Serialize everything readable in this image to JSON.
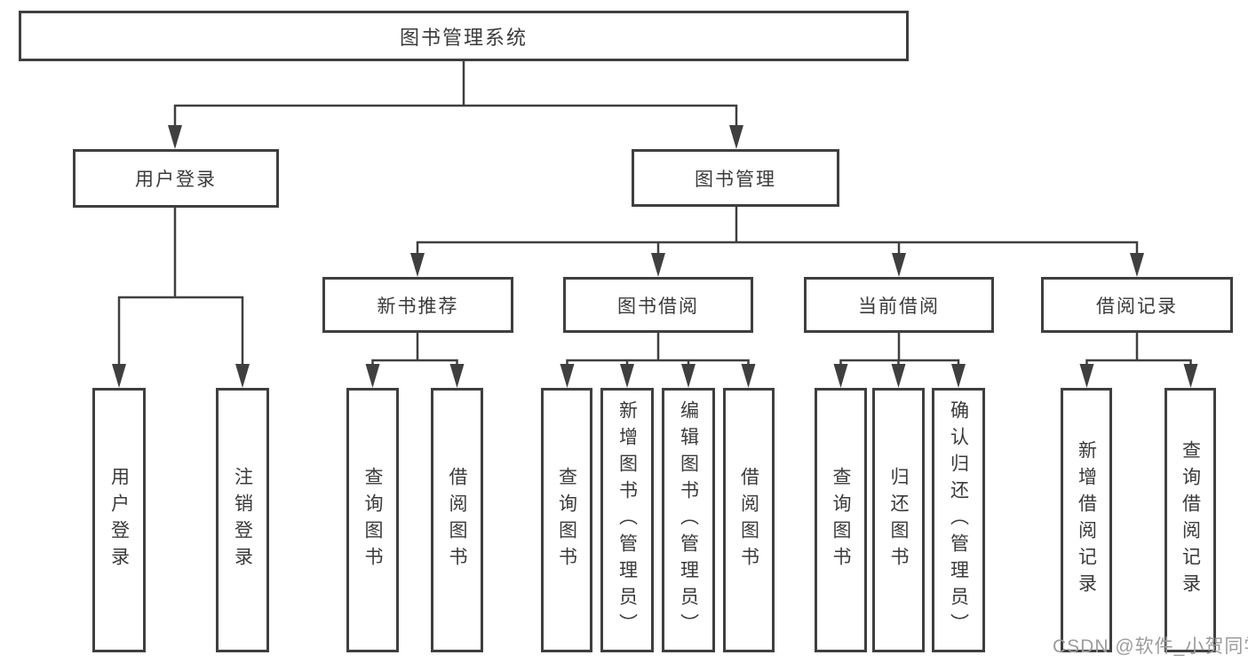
{
  "tree": {
    "label": "图书管理系统",
    "children": [
      {
        "label": "用户登录",
        "children": [
          {
            "label": "用户登录"
          },
          {
            "label": "注销登录"
          }
        ]
      },
      {
        "label": "图书管理",
        "children": [
          {
            "label": "新书推荐",
            "children": [
              {
                "label": "查询图书"
              },
              {
                "label": "借阅图书"
              }
            ]
          },
          {
            "label": "图书借阅",
            "children": [
              {
                "label": "查询图书"
              },
              {
                "label": "新增图书（管理员）"
              },
              {
                "label": "编辑图书（管理员）"
              },
              {
                "label": "借阅图书"
              }
            ]
          },
          {
            "label": "当前借阅",
            "children": [
              {
                "label": "查询图书"
              },
              {
                "label": "归还图书"
              },
              {
                "label": "确认归还（管理员）"
              }
            ]
          },
          {
            "label": "借阅记录",
            "children": [
              {
                "label": "新增借阅记录"
              },
              {
                "label": "查询借阅记录"
              }
            ]
          }
        ]
      }
    ]
  },
  "watermark": {
    "text": "CSDN @软件_小贺同学",
    "color": "#9c9c9c"
  },
  "colors": {
    "line": "#3f3f3f",
    "text": "#3a3a3a",
    "background": "#ffffff"
  }
}
